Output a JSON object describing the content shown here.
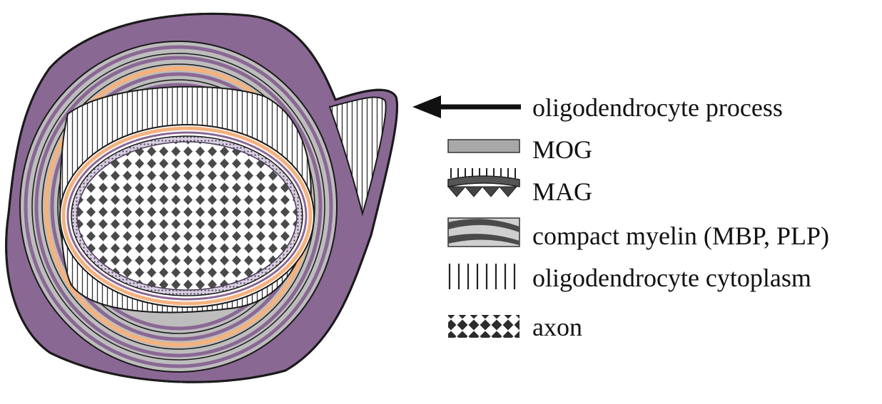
{
  "colors": {
    "myelin_purple": "#8a6894",
    "mog_gray": "#bdbdbd",
    "orange": "#f3b27f",
    "dark": "#2a2a2a",
    "outline": "#1a1a1a",
    "compact_dark": "#4a4a4a",
    "compact_light": "#c9c9c9"
  },
  "legend": {
    "process": "oligodendrocyte process",
    "mog": "MOG",
    "mag": "MAG",
    "compact": "compact myelin (MBP, PLP)",
    "cytoplasm": "oligodendrocyte cytoplasm",
    "axon": "axon"
  },
  "icons": {
    "arrow": "arrow-left-icon",
    "mog": "gray-bar-icon",
    "mag": "mag-pattern-icon",
    "compact": "wave-bands-icon",
    "cytoplasm": "vertical-lines-icon",
    "axon": "checker-diamond-icon"
  }
}
